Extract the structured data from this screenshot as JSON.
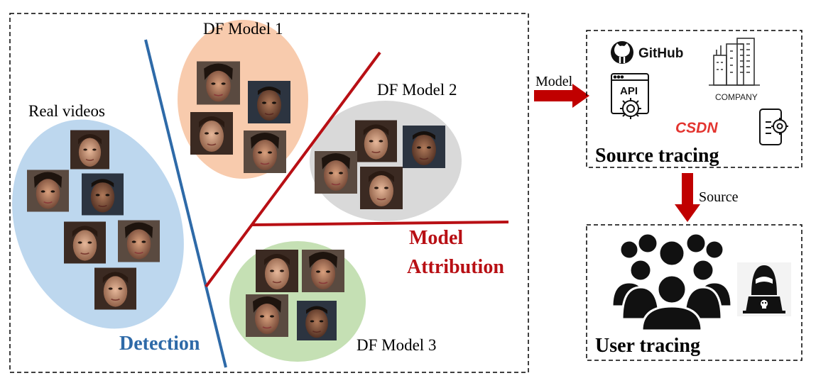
{
  "left_panel": {
    "real_label": "Real videos",
    "model1_label": "DF Model 1",
    "model2_label": "DF Model 2",
    "model3_label": "DF Model 3",
    "detection_label": "Detection",
    "attribution_line1": "Model",
    "attribution_line2": "Attribution"
  },
  "arrows": {
    "model_label": "Model",
    "source_label": "Source"
  },
  "source_panel": {
    "title": "Source tracing",
    "github_text": "GitHub",
    "api_text": "API",
    "company_text": "COMPANY",
    "csdn_text": "CSDN"
  },
  "user_panel": {
    "title": "User tracing"
  },
  "colors": {
    "detection_blue": "#2e6aa8",
    "attribution_red": "#b80f14",
    "real_cluster": "#bdd7ee",
    "model1_cluster": "#f8cbad",
    "model2_cluster": "#d9d9d9",
    "model3_cluster": "#c5e0b4",
    "arrow_red": "#c00000"
  },
  "icons": {
    "github": "github-icon",
    "api": "api-gear-icon",
    "company": "company-building-icon",
    "mobile_settings": "mobile-settings-icon",
    "users": "user-group-icon",
    "hacker": "hacker-icon"
  }
}
